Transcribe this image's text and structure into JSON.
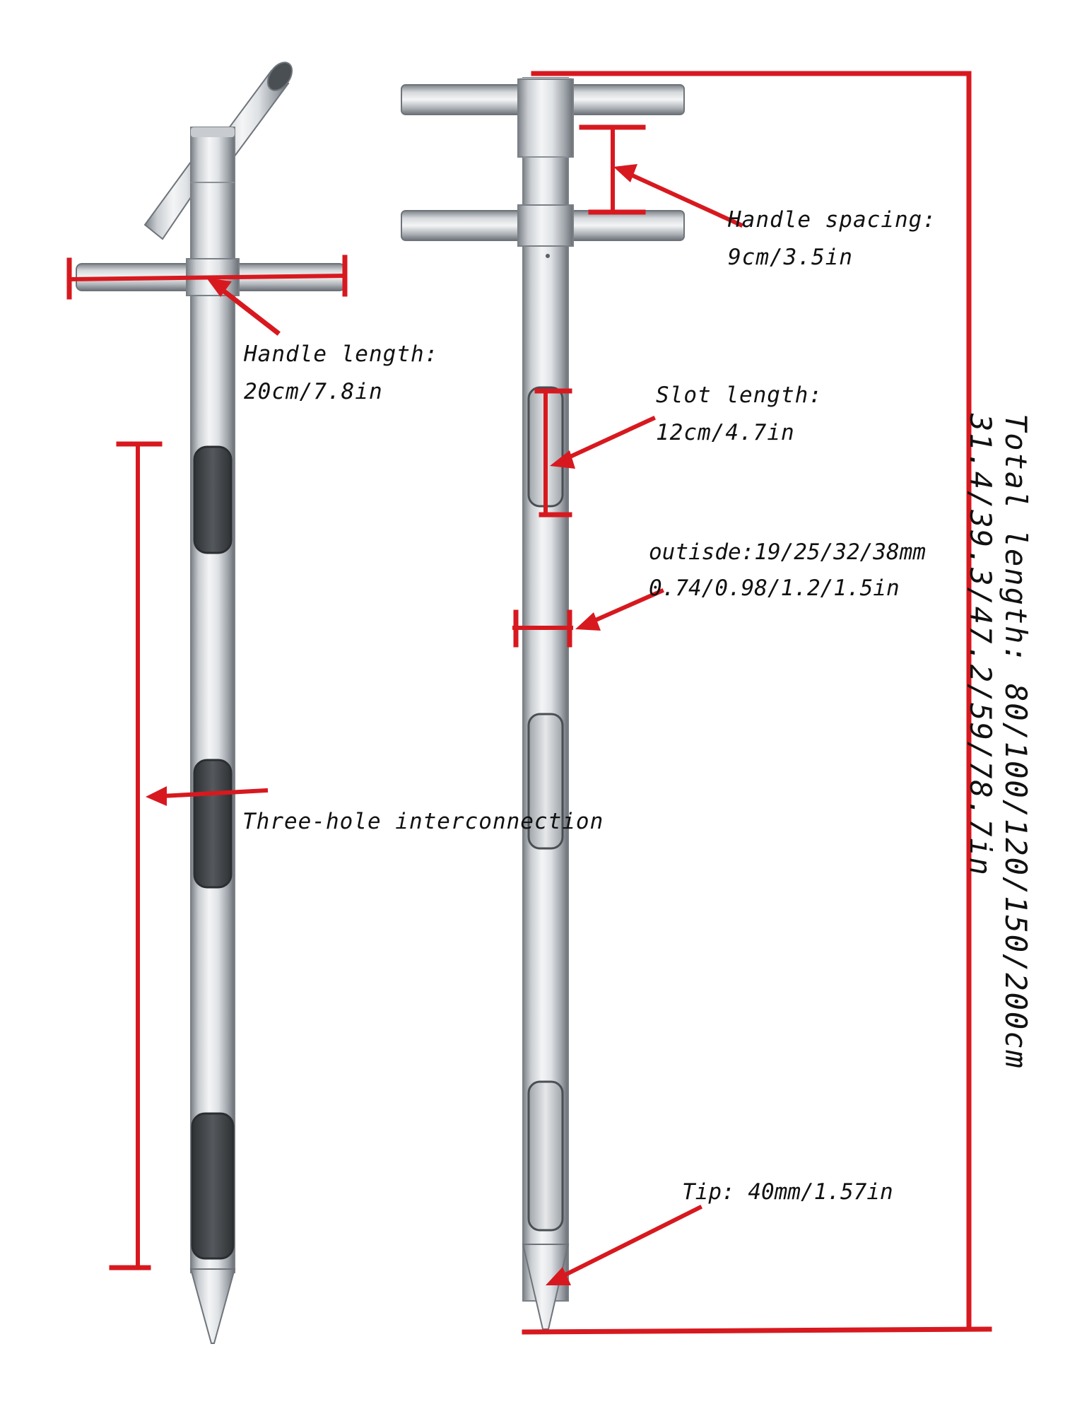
{
  "labels": {
    "handle_length": {
      "title": "Handle length:",
      "value": "20cm/7.8in"
    },
    "handle_spacing": {
      "title": "Handle spacing:",
      "value": "9cm/3.5in"
    },
    "slot_length": {
      "title": "Slot length:",
      "value": "12cm/4.7in"
    },
    "outside_diameter": {
      "metric": "outisde:19/25/32/38mm",
      "imperial": "0.74/0.98/1.2/1.5in"
    },
    "three_hole": "Three-hole interconnection",
    "tip": "Tip: 40mm/1.57in",
    "total_length": {
      "metric": "Total length: 80/100/120/150/200cm",
      "imperial": "31.4/39.3/47.2/59/78.7in"
    }
  },
  "colors": {
    "annotation_red": "#d7191f",
    "steel_light": "#eef0f2",
    "steel_mid": "#b9bec4",
    "steel_dark": "#6e747a",
    "slot_dark": "#3d4145"
  }
}
